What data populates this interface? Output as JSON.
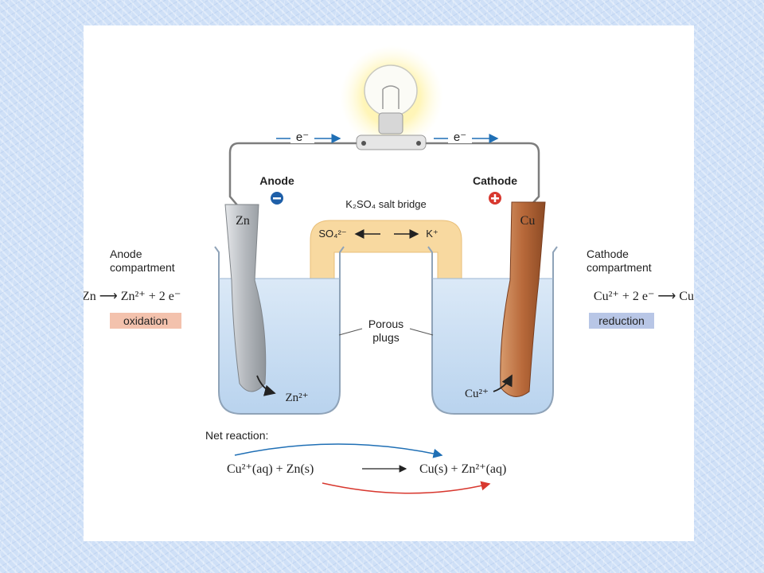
{
  "electron_left": "e⁻",
  "electron_right": "e⁻",
  "anode": "Anode",
  "cathode": "Cathode",
  "salt_bridge": "K₂SO₄ salt bridge",
  "sulfate_ion": "SO₄²⁻",
  "potassium_ion": "K⁺",
  "zn_electrode": "Zn",
  "cu_electrode": "Cu",
  "anode_compartment_line1": "Anode",
  "anode_compartment_line2": "compartment",
  "cathode_compartment_line1": "Cathode",
  "cathode_compartment_line2": "compartment",
  "anode_reaction": "Zn ⟶ Zn²⁺ + 2 e⁻",
  "cathode_reaction": "Cu²⁺ + 2 e⁻ ⟶ Cu",
  "oxidation": "oxidation",
  "reduction": "reduction",
  "porous_line1": "Porous",
  "porous_line2": "plugs",
  "zn_ion": "Zn²⁺",
  "cu_ion": "Cu²⁺",
  "net_reaction_title": "Net reaction:",
  "net_reactants": "Cu²⁺(aq) + Zn(s)",
  "net_products": "Cu(s) + Zn²⁺(aq)",
  "colors": {
    "electron_arrow": "#1f6fb5",
    "anode_sign": "#1e5fa8",
    "cathode_sign": "#d8382f",
    "oxidation_bg": "#f3c2ad",
    "reduction_bg": "#b8c6e6",
    "salt_bridge": "#f8d9a0",
    "zinc": "#b9bcc0",
    "copper": "#b8693a",
    "solution": "#cfe0f3"
  }
}
